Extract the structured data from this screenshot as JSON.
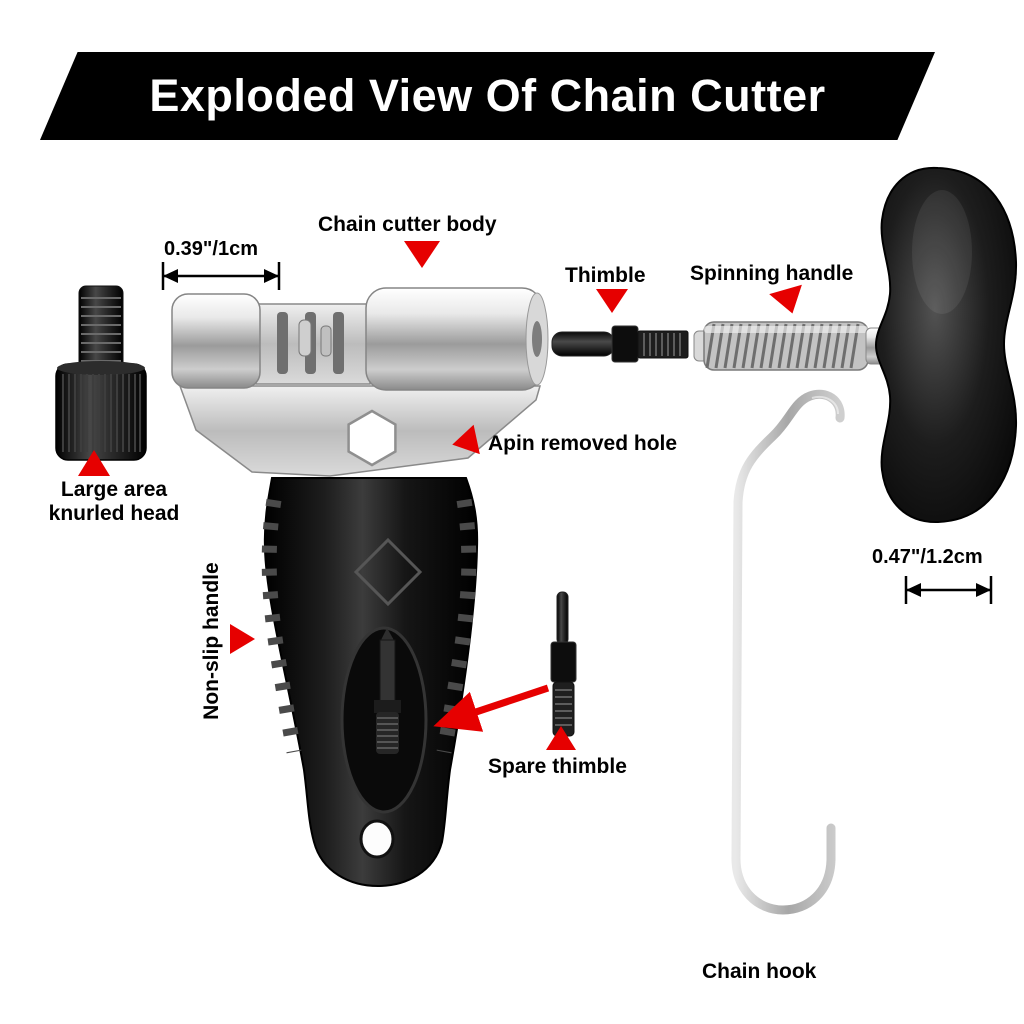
{
  "banner": {
    "title": "Exploded View Of Chain Cutter"
  },
  "labels": {
    "chain_cutter_body": "Chain cutter body",
    "thimble": "Thimble",
    "spinning_handle": "Spinning handle",
    "large_area_knurled_head": "Large area knurled head",
    "apin_removed_hole": "Apin removed hole",
    "non_slip_handle": "Non-slip handle",
    "spare_thimble": "Spare thimble",
    "chain_hook": "Chain hook"
  },
  "dimensions": {
    "body_width": "0.39\"/1cm",
    "knob_width": "0.47\"/1.2cm"
  },
  "colors": {
    "banner_bg": "#000000",
    "banner_text": "#ffffff",
    "pointer_red": "#e60000",
    "metal_silver": "#c0c0c0",
    "part_black": "#111111"
  }
}
